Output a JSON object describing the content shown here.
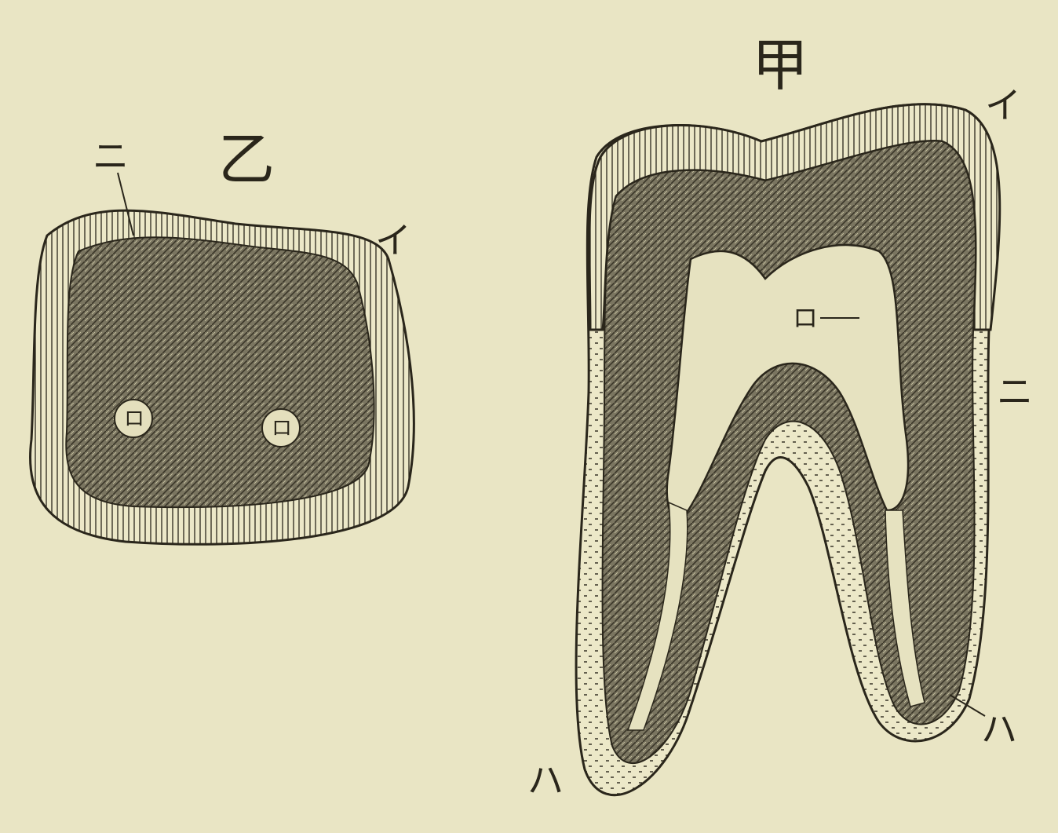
{
  "figure_ko": {
    "title": "乙",
    "labels": {
      "enamel": "イ",
      "pulp": "ロ",
      "dentin": "ニ"
    }
  },
  "figure_ko_pulp_second": "ロ",
  "figure_kou": {
    "title": "甲",
    "labels": {
      "enamel": "イ",
      "pulp": "ロ",
      "dentin": "ニ",
      "cementum_right": "ハ",
      "cementum_left": "ハ"
    }
  },
  "colors": {
    "paper": "#e9e5c4",
    "ink": "#2a261b",
    "dentin_shade": "#6e6a55"
  }
}
